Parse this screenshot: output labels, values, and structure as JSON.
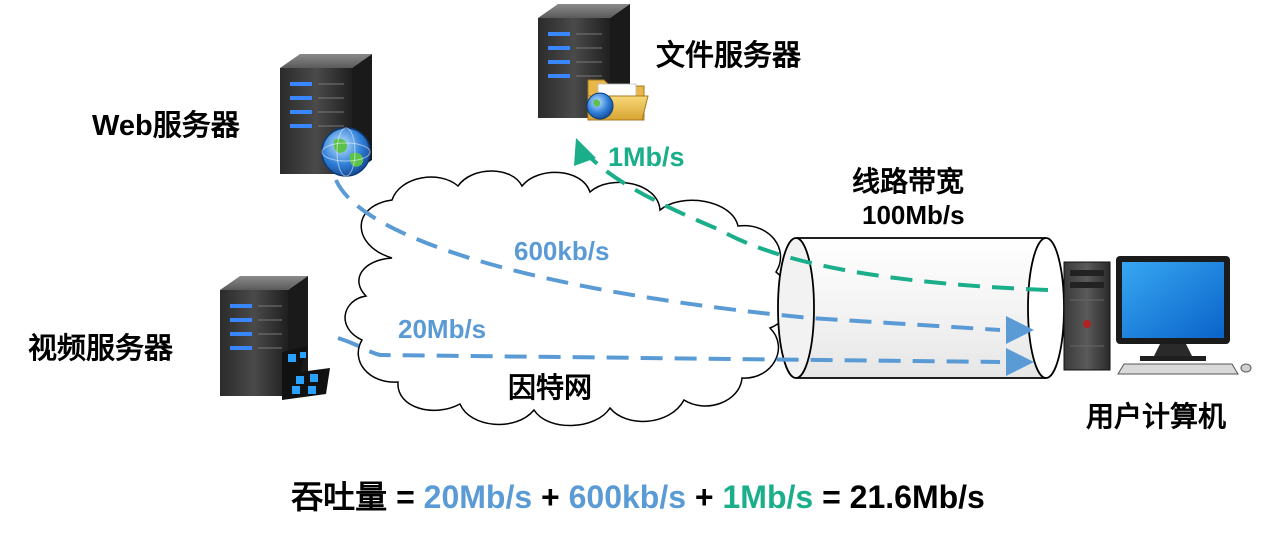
{
  "colors": {
    "blue": "#5b9bd5",
    "green": "#1aae8a",
    "dark": "#000000"
  },
  "nodes": {
    "file_server": "文件服务器",
    "web_server": "Web服务器",
    "video_server": "视频服务器",
    "user_computer": "用户计算机",
    "internet": "因特网"
  },
  "link": {
    "title": "线路带宽",
    "bandwidth": "100Mb/s"
  },
  "flows": {
    "file_rate": "1Mb/s",
    "web_rate": "600kb/s",
    "video_rate": "20Mb/s"
  },
  "formula": {
    "term": "吞吐量",
    "eq1": " = ",
    "v1": "20Mb/s",
    "plus1": " + ",
    "v2": "600kb/s",
    "plus2": " + ",
    "v3": "1Mb/s",
    "eq2": " = ",
    "result": "21.6Mb/s"
  }
}
